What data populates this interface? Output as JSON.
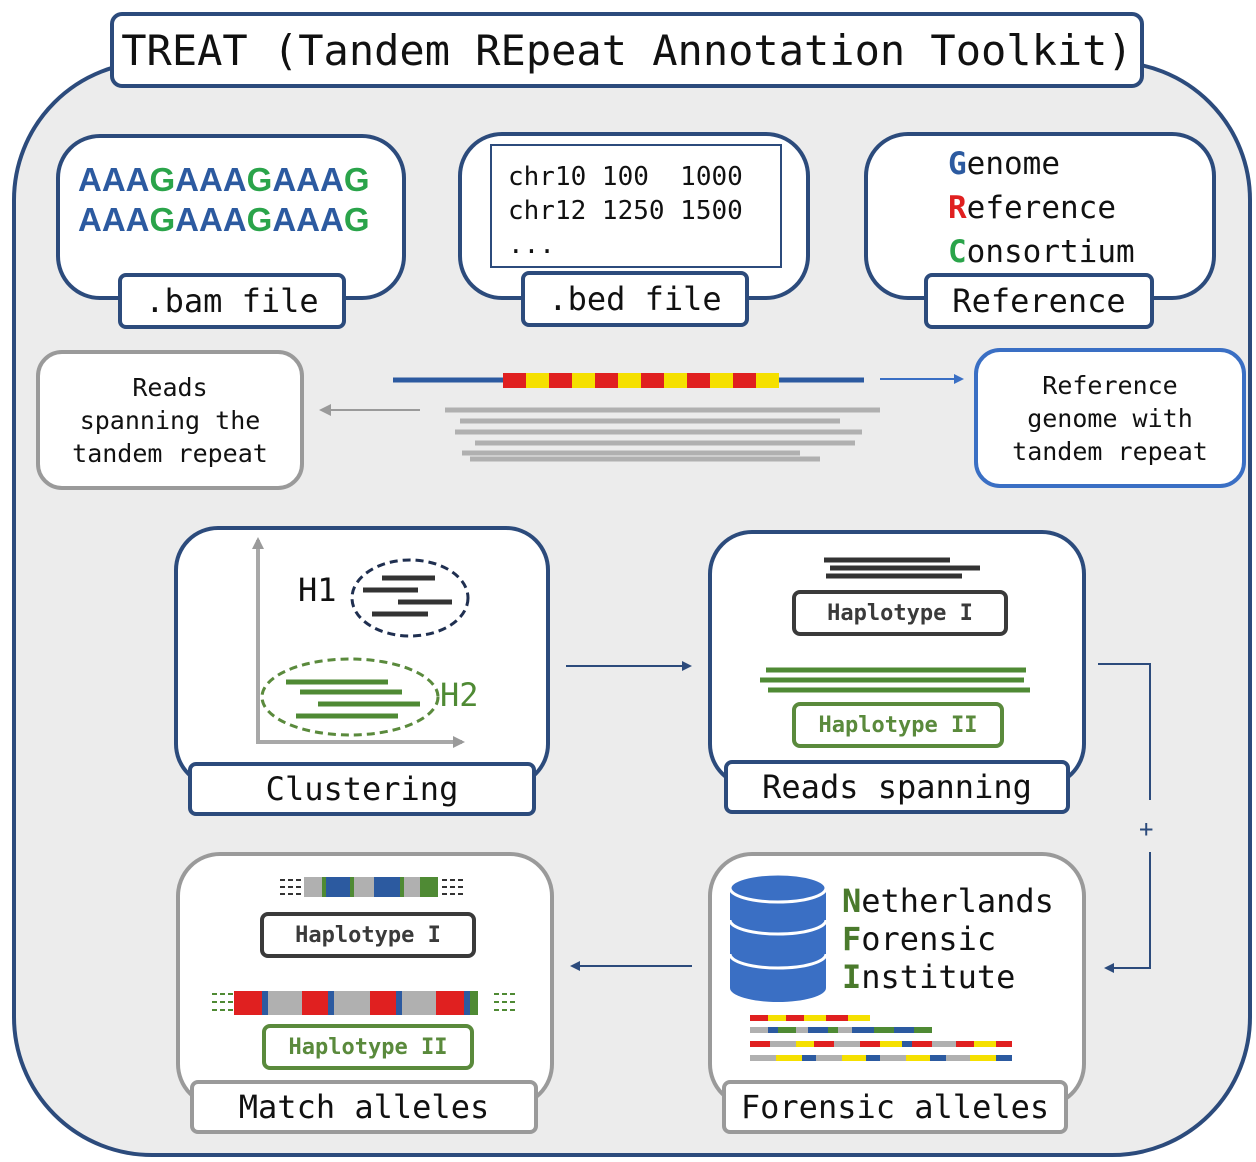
{
  "title": "TREAT (Tandem REpeat Annotation Toolkit)",
  "inputs": {
    "bam": {
      "label": ".bam file",
      "line1": [
        [
          "AAA",
          "blue"
        ],
        [
          "G",
          "green"
        ],
        [
          "AAA",
          "blue"
        ],
        [
          "G",
          "green"
        ],
        [
          "AAA",
          "blue"
        ],
        [
          "G",
          "green"
        ]
      ],
      "line2": [
        [
          "AAA",
          "blue"
        ],
        [
          "G",
          "green"
        ],
        [
          "AAA",
          "blue"
        ],
        [
          "G",
          "green"
        ],
        [
          "AAA",
          "blue"
        ],
        [
          "G",
          "green"
        ]
      ]
    },
    "bed": {
      "label": ".bed file",
      "rows": [
        "chr10 100  1000",
        "chr12 1250 1500",
        "..."
      ]
    },
    "reference": {
      "label": "Reference",
      "lines": [
        {
          "initial": "G",
          "rest": "enome",
          "color": "blue"
        },
        {
          "initial": "R",
          "rest": "eference",
          "color": "red"
        },
        {
          "initial": "C",
          "rest": "onsortium",
          "color": "green"
        }
      ]
    }
  },
  "middle": {
    "reads_note": [
      "Reads",
      "spanning the",
      "tandem repeat"
    ],
    "reference_note": [
      "Reference",
      "genome with",
      "tandem repeat"
    ]
  },
  "clustering": {
    "label": "Clustering",
    "h1": "H1",
    "h2": "H2"
  },
  "reads_spanning": {
    "label": "Reads spanning",
    "hap1": "Haplotype I",
    "hap2": "Haplotype II"
  },
  "connector_symbol": "+",
  "match_alleles": {
    "label": "Match alleles",
    "hap1": "Haplotype I",
    "hap2": "Haplotype II"
  },
  "forensic": {
    "label": "Forensic alleles",
    "nfi_lines": [
      {
        "initial": "N",
        "rest": "etherlands"
      },
      {
        "initial": "F",
        "rest": "orensic"
      },
      {
        "initial": "I",
        "rest": "nstitute"
      }
    ]
  },
  "colors": {
    "navy": "#2c4b7c",
    "blue": "#2c5aa0",
    "green": "#2aa44a",
    "red": "#e02020",
    "yellow": "#f5e000",
    "dark_green": "#4f8a34",
    "gray": "#9a9a9a",
    "panel_bg": "#ececec"
  }
}
